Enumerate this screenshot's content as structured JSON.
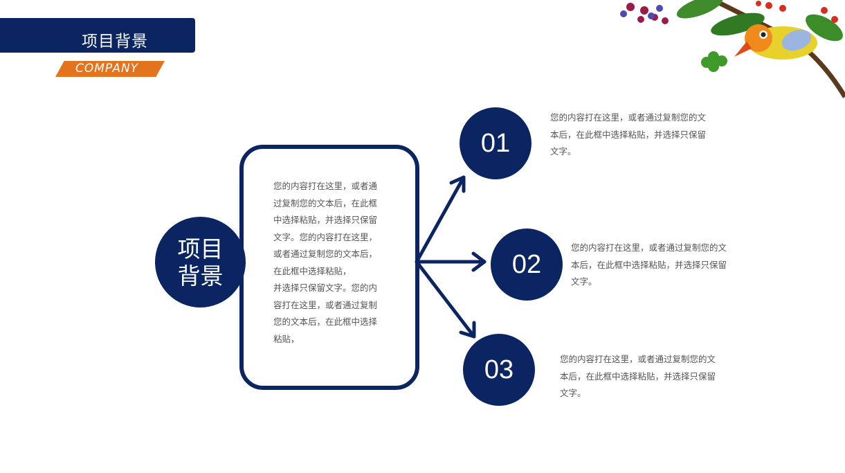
{
  "header": {
    "title": "项目背景",
    "subtitle": "COMPANY"
  },
  "colors": {
    "primary": "#0b2563",
    "accent": "#e3731c",
    "body_text": "#555555"
  },
  "hub": {
    "line1": "项目",
    "line2": "背景"
  },
  "center_box": {
    "text": "您的内容打在这里，或者通过复制您的文本后，在此框中选择粘贴，并选择只保留文字。您的内容打在这里，或者通过复制您的文本后，在此框中选择粘贴，\n并选择只保留文字。您的内容打在这里，或者通过复制您的文本后，在此框中选择粘贴，"
  },
  "items": [
    {
      "number": "01",
      "text": "您的内容打在这里，或者通过复制您的文本后，在此框中选择粘贴，并选择只保留文字。"
    },
    {
      "number": "02",
      "text": "您的内容打在这里，或者通过复制您的文本后，在此框中选择粘贴，并选择只保留文字。"
    },
    {
      "number": "03",
      "text": "您的内容打在这里，或者通过复制您的文本后，在此框中选择粘贴，并选择只保留文字。"
    }
  ],
  "decoration": {
    "icon": "bird-on-branch-illustration"
  }
}
